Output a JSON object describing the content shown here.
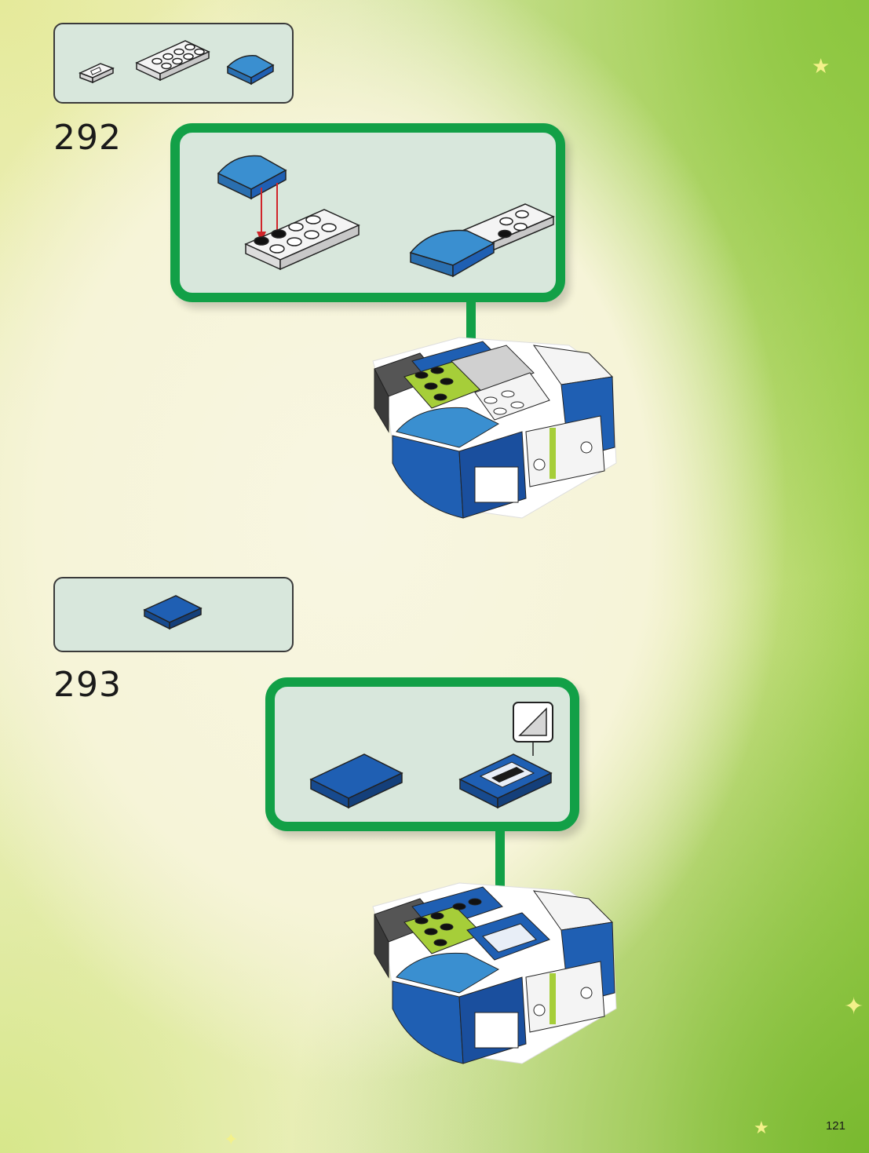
{
  "steps": [
    {
      "number": "292"
    },
    {
      "number": "293"
    }
  ],
  "page_number": "121",
  "colors": {
    "callout_border": "#12a047",
    "panel_fill": "#d8e7dc",
    "brick_blue": "#1f5fb3",
    "brick_light_blue": "#3a8fd0",
    "brick_lime": "#a6ce39",
    "arrow_red": "#d0252a"
  },
  "icons": [
    "tile-1x2-white",
    "plate-2x4-white",
    "slope-curved-blue",
    "tile-2x2-blue",
    "sticker-icon"
  ]
}
